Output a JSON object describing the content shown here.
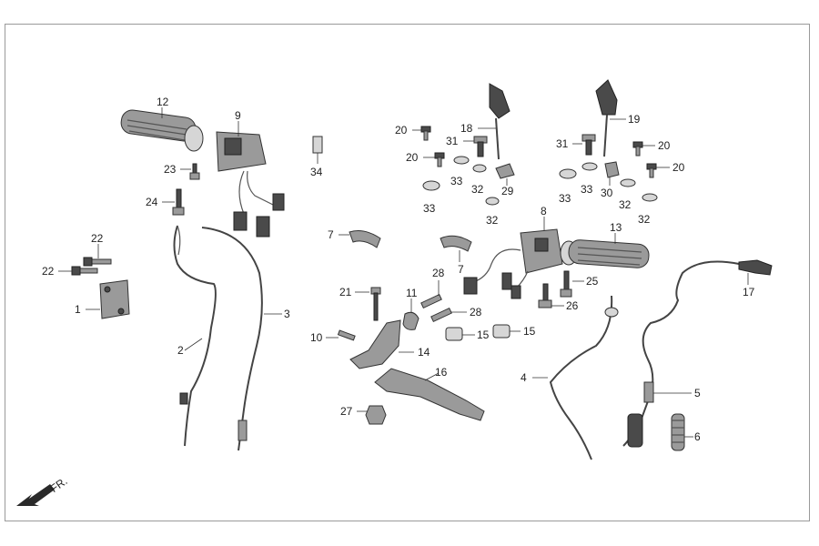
{
  "diagram": {
    "orientation_label": "FR.",
    "callouts": {
      "c1": "1",
      "c2": "2",
      "c3": "3",
      "c4": "4",
      "c5": "5",
      "c6": "6",
      "c7a": "7",
      "c7b": "7",
      "c8": "8",
      "c9": "9",
      "c10": "10",
      "c11": "11",
      "c12": "12",
      "c13": "13",
      "c14": "14",
      "c15a": "15",
      "c15b": "15",
      "c16": "16",
      "c17": "17",
      "c18": "18",
      "c19": "19",
      "c20a": "20",
      "c20b": "20",
      "c20c": "20",
      "c20d": "20",
      "c21": "21",
      "c22a": "22",
      "c22b": "22",
      "c23": "23",
      "c24": "24",
      "c25": "25",
      "c26": "26",
      "c27": "27",
      "c28a": "28",
      "c28b": "28",
      "c29": "29",
      "c30": "30",
      "c31a": "31",
      "c31b": "31",
      "c32a": "32",
      "c32b": "32",
      "c32c": "32",
      "c32d": "32",
      "c33a": "33",
      "c33b": "33",
      "c33c": "33",
      "c33d": "33",
      "c34": "34"
    },
    "colors": {
      "line": "#333333",
      "part": "#9a9a9a",
      "frame": "#9a9a9a"
    }
  }
}
